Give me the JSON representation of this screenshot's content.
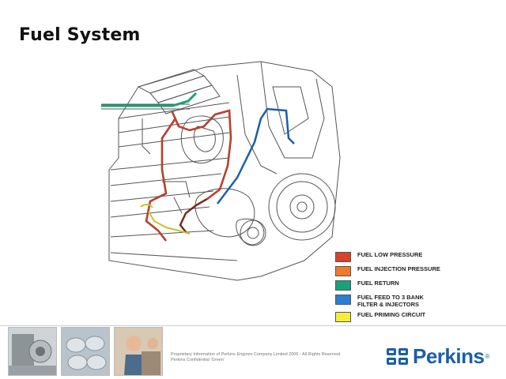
{
  "slide": {
    "title": "Fuel System"
  },
  "legend": [
    {
      "label": "FUEL LOW PRESSURE",
      "color": "#d9432a"
    },
    {
      "label": "FUEL INJECTION PRESSURE",
      "color": "#f07a2a"
    },
    {
      "label": "FUEL RETURN",
      "color": "#1aa17a"
    },
    {
      "label": "FUEL FEED TO 3 BANK\nFILTER & INJECTORS",
      "color": "#2b7fd1"
    },
    {
      "label": "FUEL PRIMING CIRCUIT",
      "color": "#f2ee3a"
    }
  ],
  "footer": {
    "disclaimer_line1": "Proprietary Information of Perkins Engines Company Limited 2006 - All Rights Reserved",
    "disclaimer_line2": "Perkins Confidential 'Green'",
    "logo_text": "Perkins",
    "logo_mark": "®",
    "brand_color": "#1b5fa8"
  },
  "colors": {
    "fuel_low_pressure": "#d9432a",
    "fuel_injection_pressure": "#f07a2a",
    "fuel_return": "#1aa17a",
    "fuel_feed": "#2b7fd1",
    "fuel_priming": "#f2ee3a",
    "pipe_dark": "#7a2a1a"
  }
}
